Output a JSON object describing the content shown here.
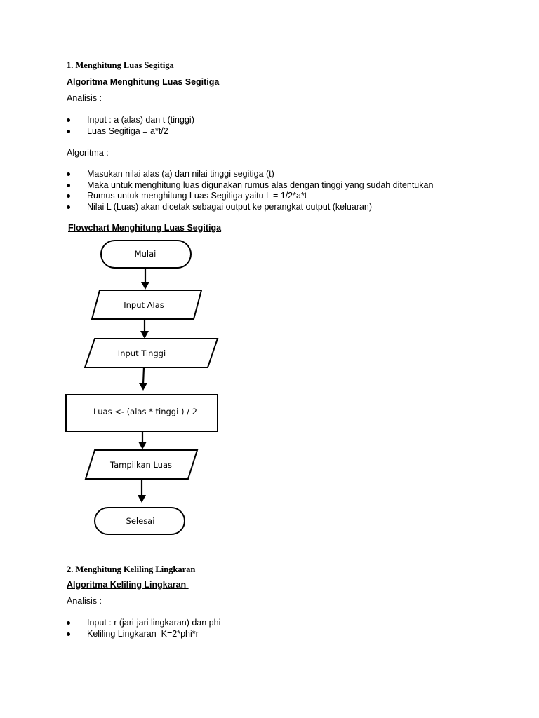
{
  "section1": {
    "heading": "1. Menghitung Luas Segitiga",
    "algo_title": "Algoritma Menghitung Luas Segitiga",
    "analisis_label": "Analisis :",
    "analisis_items": [
      "Input : a (alas) dan t (tinggi)",
      "Luas Segitiga = a*t/2"
    ],
    "algoritma_label": "Algoritma :",
    "algoritma_items": [
      "Masukan nilai alas (a) dan nilai tinggi segitiga (t)",
      "Maka untuk menghitung luas digunakan rumus alas dengan tinggi yang sudah ditentukan",
      "Rumus untuk menghitung Luas Segitiga yaitu L = 1/2*a*t",
      "Nilai L (Luas) akan dicetak sebagai output ke perangkat output (keluaran)"
    ],
    "flowchart_title": "Flowchart Menghitung Luas Segitiga",
    "flowchart": {
      "start": "Mulai",
      "input_alas": "Input Alas",
      "input_tinggi": "Input Tinggi",
      "process": "Luas <- (alas * tinggi ) / 2",
      "output": "Tampilkan Luas",
      "end": "Selesai"
    }
  },
  "section2": {
    "heading": "2. Menghitung  Keliling Lingkaran",
    "algo_title": "Algoritma Keliling Lingkaran ",
    "analisis_label": "Analisis :",
    "analisis_items": [
      "Input : r (jari-jari lingkaran) dan phi",
      "Keliling Lingkaran  K=2*phi*r"
    ]
  }
}
